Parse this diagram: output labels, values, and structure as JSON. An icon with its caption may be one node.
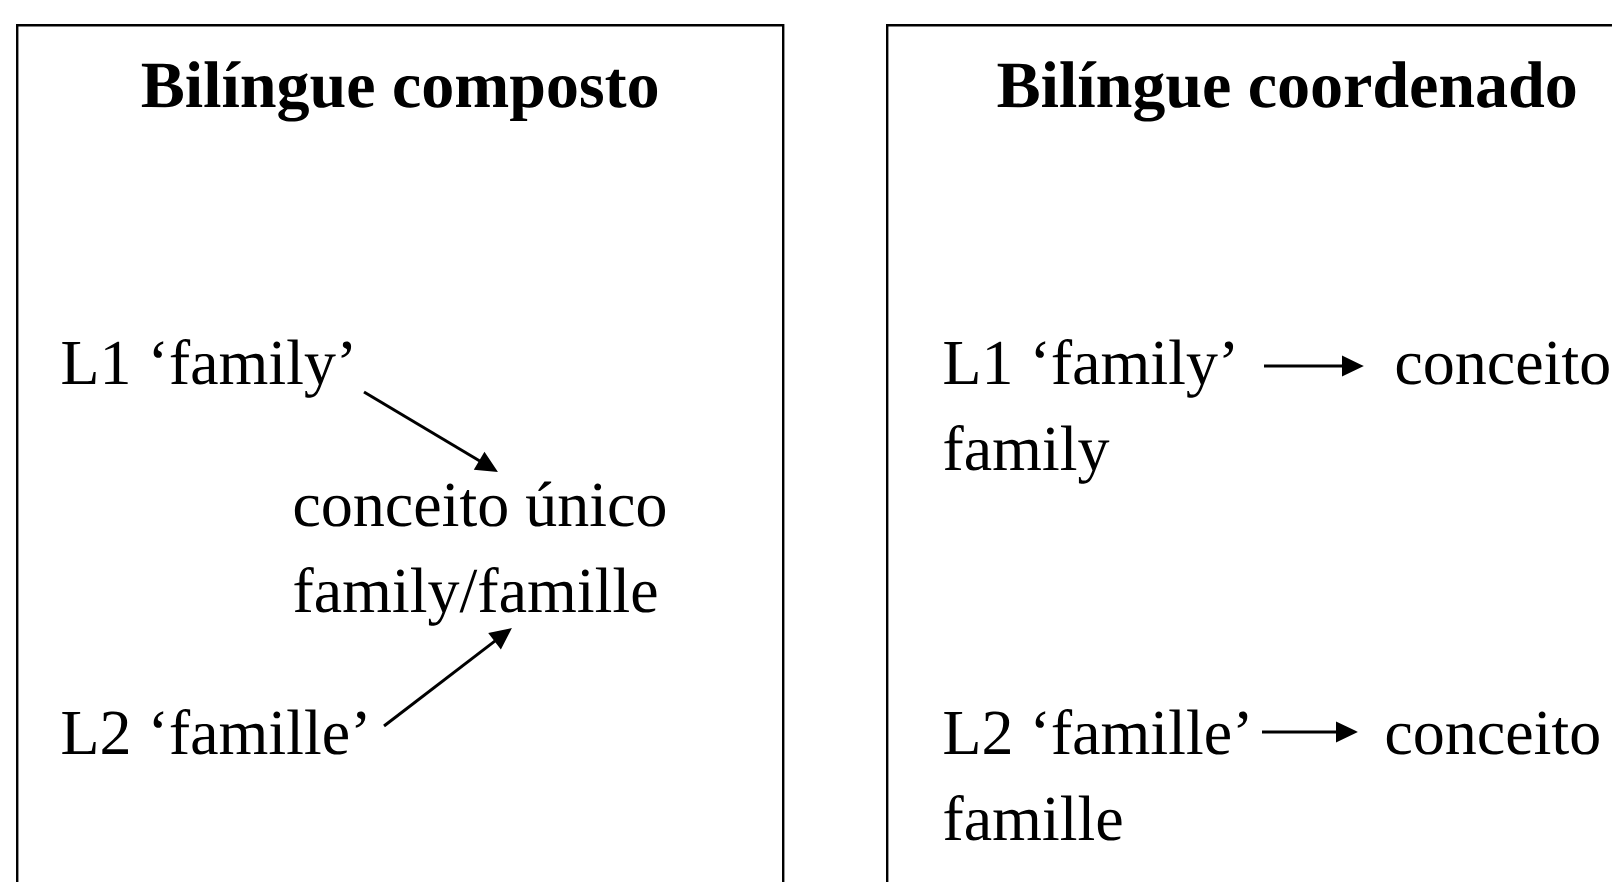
{
  "diagram": {
    "nodes": [
      {
        "text": [
          "Bilíngue composto"
        ]
      },
      {
        "text": [
          "Bilíngue coordenado"
        ]
      },
      {
        "text": [
          "L1 ‘family’"
        ],
        "in": 0
      },
      {
        "text": [
          "conceito único family/famille"
        ],
        "in": 0
      },
      {
        "text": [
          "L2 ‘famille’"
        ],
        "in": 0
      },
      {
        "text": [
          "L1 ‘family’"
        ],
        "in": 1
      },
      {
        "text": [
          "conceito family"
        ],
        "in": 1
      },
      {
        "text": [
          "L2 ‘famille’"
        ],
        "in": 1
      },
      {
        "text": [
          "conceito famille"
        ],
        "in": 1
      }
    ],
    "edges": [
      {
        "from": 2,
        "to": 3,
        "arrow": "to"
      },
      {
        "from": 4,
        "to": 3,
        "arrow": "to"
      },
      {
        "from": 5,
        "to": 6,
        "arrow": "to"
      },
      {
        "from": 7,
        "to": 8,
        "arrow": "to"
      }
    ]
  }
}
